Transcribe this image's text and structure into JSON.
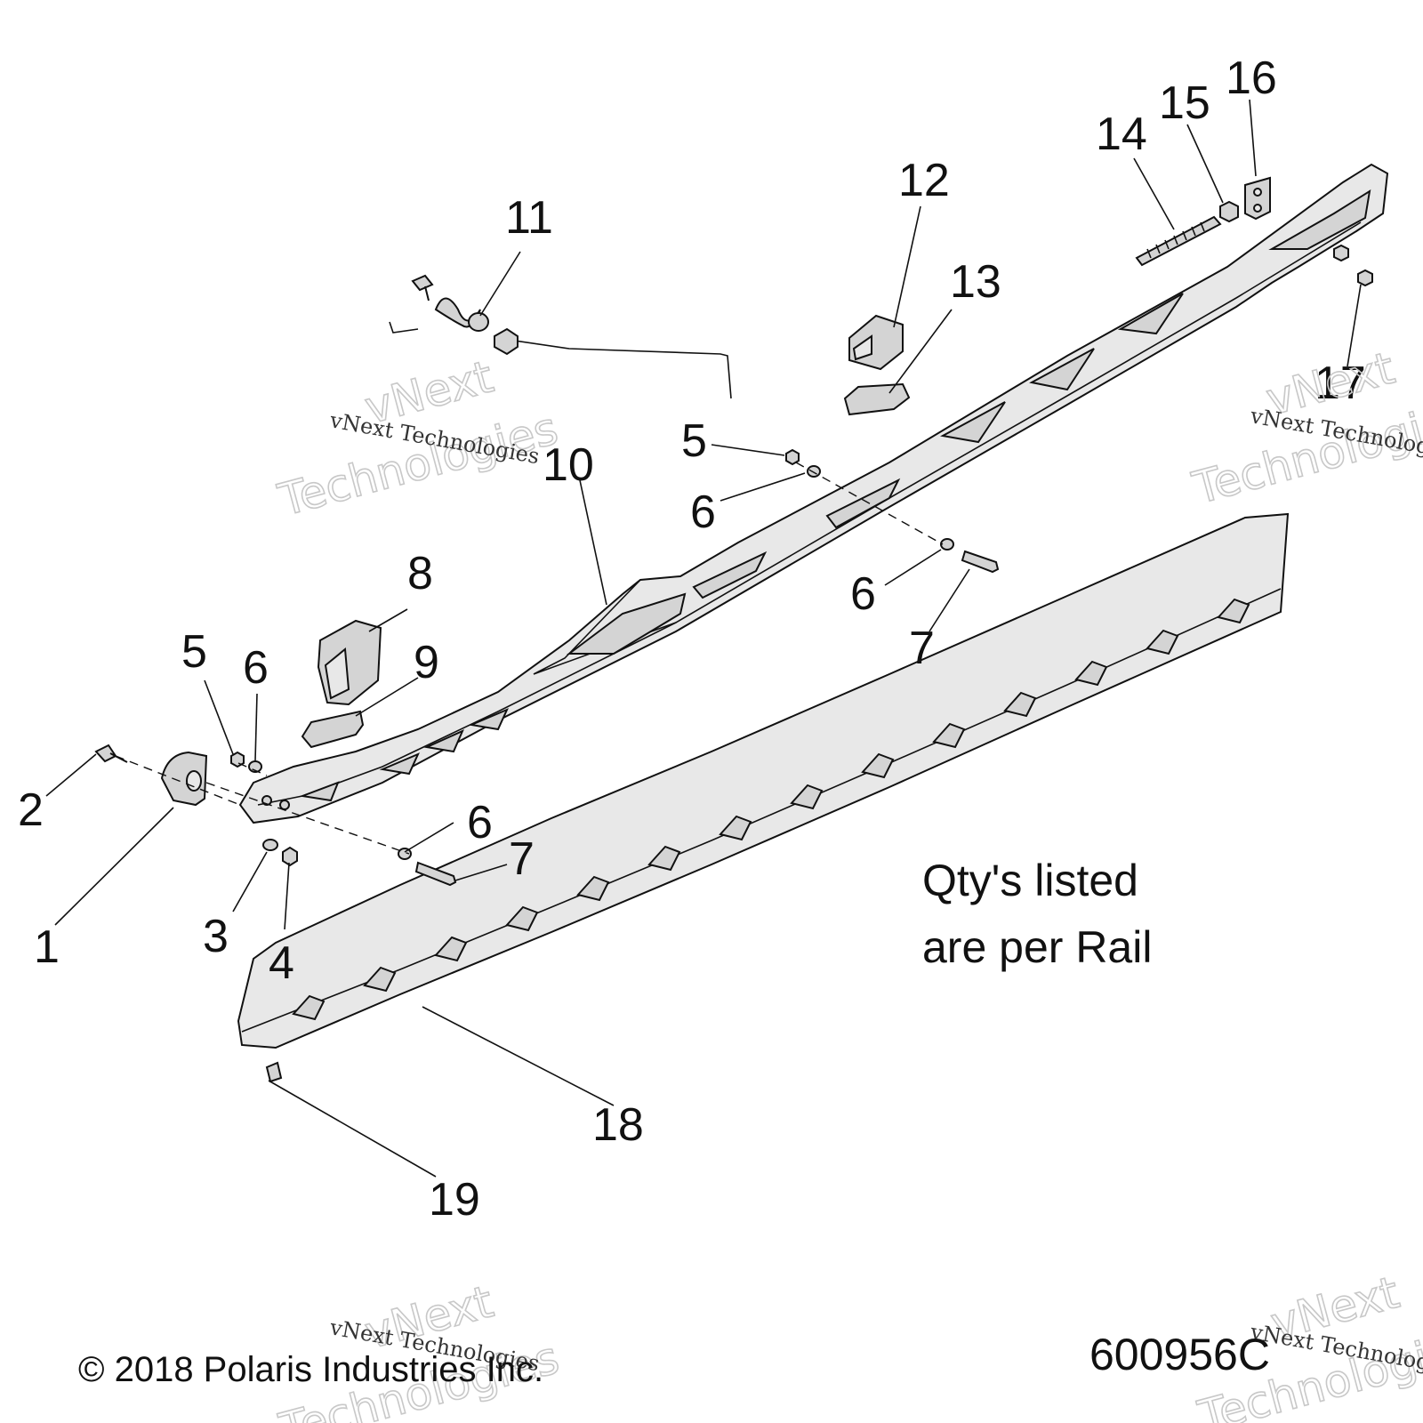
{
  "callouts": {
    "c1": "1",
    "c2": "2",
    "c3": "3",
    "c4": "4",
    "c5a": "5",
    "c5b": "5",
    "c6a": "6",
    "c6b": "6",
    "c6c": "6",
    "c6d": "6",
    "c7a": "7",
    "c7b": "7",
    "c8": "8",
    "c9": "9",
    "c10": "10",
    "c11": "11",
    "c12": "12",
    "c13": "13",
    "c14": "14",
    "c15": "15",
    "c16": "16",
    "c17": "17",
    "c18": "18",
    "c19": "19"
  },
  "note": {
    "line1": "Qty's listed",
    "line2": "are per Rail"
  },
  "footer": {
    "copyright": "© 2018 Polaris Industries Inc.",
    "diagram_code": "600956C"
  },
  "watermark": {
    "line1": "vNext",
    "line2": "Technologies",
    "small": "vNext Technologies"
  }
}
